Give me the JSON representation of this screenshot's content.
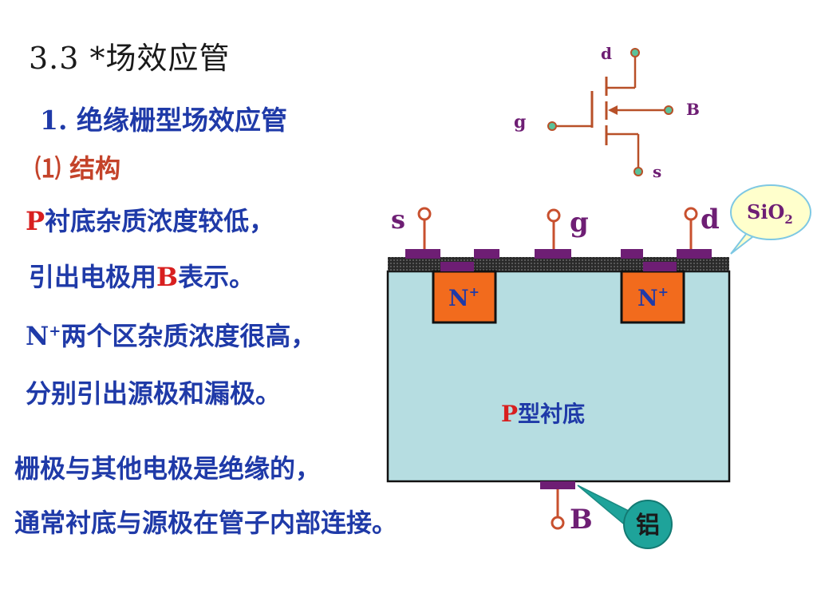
{
  "slide": {
    "title": "3.3 *场效应管",
    "heading": {
      "number": "1.",
      "text": "绝缘栅型场效应管"
    },
    "subheading": "⑴ 结构",
    "lines": [
      {
        "emph": "P",
        "rest": "衬底杂质浓度较低，"
      },
      {
        "pre": "引出电极用",
        "emph": "B",
        "post": "表示。"
      },
      {
        "lead": "N",
        "sup": "+",
        "rest": "两个区杂质浓度很高，"
      },
      {
        "text": "分别引出源极和漏极。"
      },
      {
        "text": "栅极与其他电极是绝缘的，"
      },
      {
        "text": "通常衬底与源极在管子内部连接。"
      }
    ]
  },
  "symbol": {
    "drain": "d",
    "gate": "g",
    "bulk": "B",
    "source": "s"
  },
  "structure": {
    "source_label": "s",
    "gate_label": "g",
    "drain_label": "d",
    "oxide_callout": {
      "main": "SiO",
      "sub": "2"
    },
    "n_region_left": {
      "main": "N",
      "sup": "+"
    },
    "n_region_right": {
      "main": "N",
      "sup": "+"
    },
    "substrate": {
      "emph": "P",
      "rest": "型衬底"
    },
    "bulk_label": "B",
    "aluminum_callout": "铝"
  },
  "colors": {
    "text_blue": "#1f3aa8",
    "text_red": "#d81f1f",
    "heading_orange": "#c4432a",
    "substrate_fill": "#b6dde1",
    "n_region_fill": "#f26b1d",
    "metal_purple": "#6e1e74",
    "terminal_red": "#c8502e",
    "callout_teal": "#1ea39a",
    "callout_bubble": "#ffffcc"
  }
}
